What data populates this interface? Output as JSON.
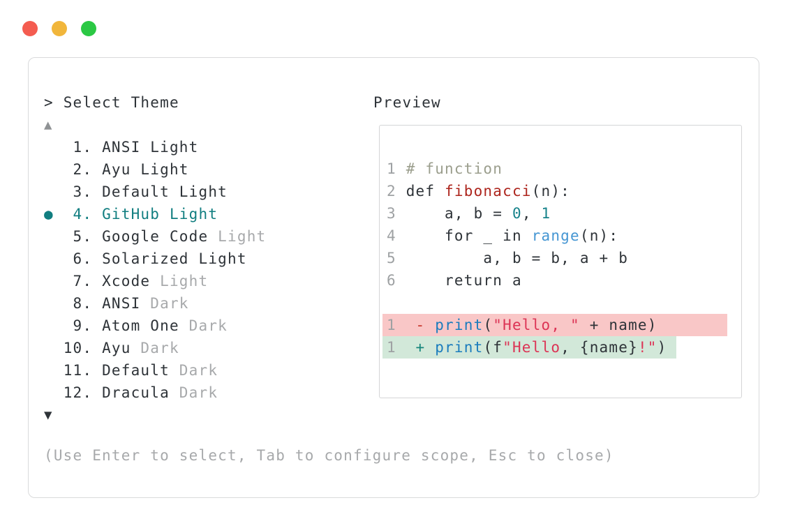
{
  "window": {
    "traffic_lights": [
      {
        "name": "close",
        "color": "#f45c50"
      },
      {
        "name": "minimize",
        "color": "#f1b63b"
      },
      {
        "name": "zoom",
        "color": "#2bc844"
      }
    ]
  },
  "theme_picker": {
    "prompt_char": ">",
    "title": "Select Theme",
    "scroll_up_char": "▲",
    "scroll_down_char": "▼",
    "selected_marker": "●",
    "items": [
      {
        "num": "1",
        "name": "ANSI Light",
        "dim": "",
        "selected": false
      },
      {
        "num": "2",
        "name": "Ayu Light",
        "dim": "",
        "selected": false
      },
      {
        "num": "3",
        "name": "Default Light",
        "dim": "",
        "selected": false
      },
      {
        "num": "4",
        "name": "GitHub Light",
        "dim": "",
        "selected": true
      },
      {
        "num": "5",
        "name": "Google Code",
        "dim": "Light",
        "selected": false
      },
      {
        "num": "6",
        "name": "Solarized Light",
        "dim": "",
        "selected": false
      },
      {
        "num": "7",
        "name": "Xcode",
        "dim": "Light",
        "selected": false
      },
      {
        "num": "8",
        "name": "ANSI",
        "dim": "Dark",
        "selected": false
      },
      {
        "num": "9",
        "name": "Atom One",
        "dim": "Dark",
        "selected": false
      },
      {
        "num": "10",
        "name": "Ayu",
        "dim": "Dark",
        "selected": false
      },
      {
        "num": "11",
        "name": "Default",
        "dim": "Dark",
        "selected": false
      },
      {
        "num": "12",
        "name": "Dracula",
        "dim": "Dark",
        "selected": false
      }
    ],
    "hint": "(Use Enter to select, Tab to configure scope, Esc to close)"
  },
  "preview": {
    "label": "Preview",
    "lines": [
      {
        "num": "1",
        "tokens": [
          {
            "c": "comment",
            "t": "# function"
          }
        ]
      },
      {
        "num": "2",
        "tokens": [
          {
            "t": "def "
          },
          {
            "c": "func",
            "t": "fibonacci"
          },
          {
            "t": "(n):"
          }
        ]
      },
      {
        "num": "3",
        "tokens": [
          {
            "t": "    a, b = "
          },
          {
            "c": "num",
            "t": "0"
          },
          {
            "t": ", "
          },
          {
            "c": "num",
            "t": "1"
          }
        ]
      },
      {
        "num": "4",
        "tokens": [
          {
            "t": "    for _ in "
          },
          {
            "c": "lblue",
            "t": "range"
          },
          {
            "t": "(n):"
          }
        ]
      },
      {
        "num": "5",
        "tokens": [
          {
            "t": "        a, b = b, a + b"
          }
        ]
      },
      {
        "num": "6",
        "tokens": [
          {
            "t": "    return a"
          }
        ]
      },
      {
        "blank": true
      },
      {
        "num": "1",
        "band": "del",
        "tokens": [
          {
            "c": "del",
            "t": " - "
          },
          {
            "c": "blue",
            "t": "print"
          },
          {
            "t": "("
          },
          {
            "c": "str",
            "t": "\"Hello, \""
          },
          {
            "t": " + name)"
          }
        ]
      },
      {
        "num": "1",
        "band": "add",
        "tokens": [
          {
            "c": "add",
            "t": " + "
          },
          {
            "c": "blue",
            "t": "print"
          },
          {
            "t": "(f"
          },
          {
            "c": "str",
            "t": "\"Hello"
          },
          {
            "t": ", {name}"
          },
          {
            "c": "str",
            "t": "!\""
          },
          {
            "t": ")"
          }
        ]
      }
    ]
  },
  "colors": {
    "text": "#2e3338",
    "dim": "#a7a9ab",
    "line_number": "#9ea1a3",
    "comment": "#9b9e8d",
    "function_red": "#ad251d",
    "number_teal": "#17838b",
    "print_blue": "#1a7cbd",
    "range_blue": "#4596d3",
    "string_red": "#dc3455",
    "diff_del_fg": "#c8392e",
    "diff_add_fg": "#16857b",
    "diff_del_bg": "#f9c7c7",
    "diff_add_bg": "#d2e8d9",
    "accent_teal": "#117e80",
    "panel_border": "#d9dadb",
    "box_border": "#d4d5d6",
    "arrow_up": "#8f9294"
  }
}
